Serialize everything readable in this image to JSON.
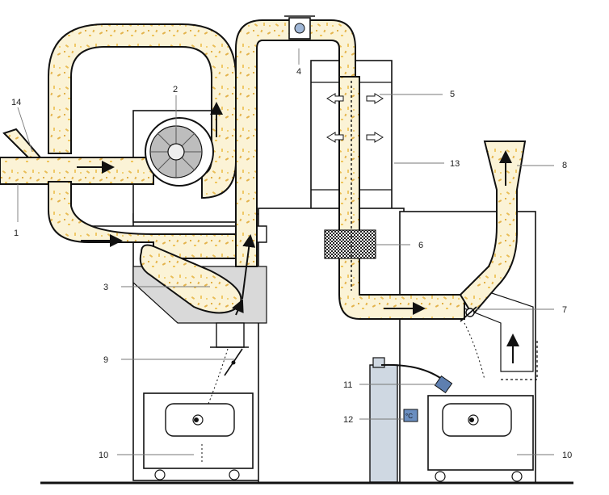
{
  "callouts": [
    {
      "id": "c14",
      "text": "14"
    },
    {
      "id": "c1",
      "text": "1"
    },
    {
      "id": "c2",
      "text": "2"
    },
    {
      "id": "c3",
      "text": "3"
    },
    {
      "id": "c4",
      "text": "4"
    },
    {
      "id": "c5",
      "text": "5"
    },
    {
      "id": "c6",
      "text": "6"
    },
    {
      "id": "c7",
      "text": "7"
    },
    {
      "id": "c8",
      "text": "8"
    },
    {
      "id": "c9",
      "text": "9"
    },
    {
      "id": "c10a",
      "text": "10"
    },
    {
      "id": "c10b",
      "text": "10"
    },
    {
      "id": "c11",
      "text": "11"
    },
    {
      "id": "c12",
      "text": "12"
    },
    {
      "id": "c13",
      "text": "13"
    }
  ],
  "gauge_symbol": "°C",
  "colors": {
    "duct_fill": "#fbf3d6",
    "particle": "#e8b84a",
    "line": "#1a1a1a",
    "machine_fill": "#ffffff",
    "shade": "#d9d9d9",
    "filter_dark": "#333333"
  }
}
